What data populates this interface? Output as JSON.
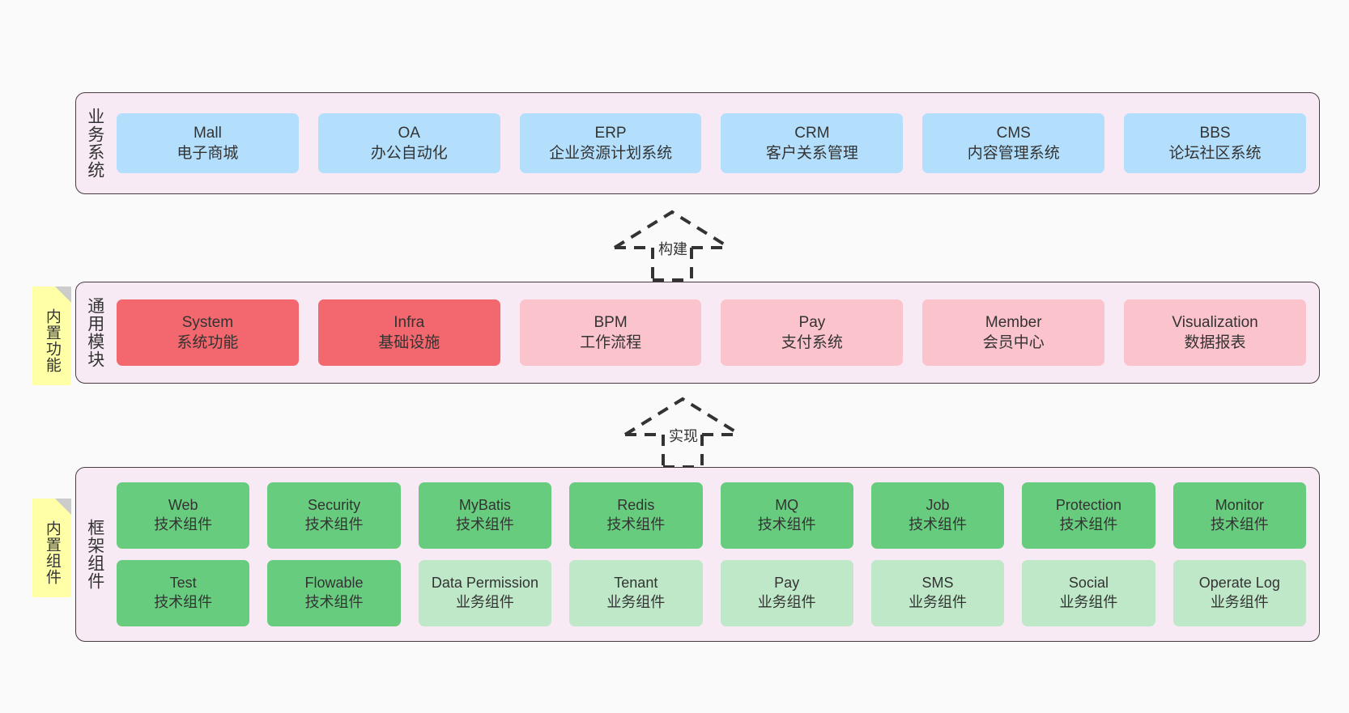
{
  "layers": [
    {
      "id": "business",
      "title": "业务系统",
      "rows": [
        [
          {
            "name": "Mall",
            "sub": "电子商城",
            "color": "c-blue"
          },
          {
            "name": "OA",
            "sub": "办公自动化",
            "color": "c-blue"
          },
          {
            "name": "ERP",
            "sub": "企业资源计划系统",
            "color": "c-blue"
          },
          {
            "name": "CRM",
            "sub": "客户关系管理",
            "color": "c-blue"
          },
          {
            "name": "CMS",
            "sub": "内容管理系统",
            "color": "c-blue"
          },
          {
            "name": "BBS",
            "sub": "论坛社区系统",
            "color": "c-blue"
          }
        ]
      ]
    },
    {
      "id": "modules",
      "title": "通用模块",
      "rows": [
        [
          {
            "name": "System",
            "sub": "系统功能",
            "color": "c-red"
          },
          {
            "name": "Infra",
            "sub": "基础设施",
            "color": "c-red"
          },
          {
            "name": "BPM",
            "sub": "工作流程",
            "color": "c-pink"
          },
          {
            "name": "Pay",
            "sub": "支付系统",
            "color": "c-pink"
          },
          {
            "name": "Member",
            "sub": "会员中心",
            "color": "c-pink"
          },
          {
            "name": "Visualization",
            "sub": "数据报表",
            "color": "c-pink"
          }
        ]
      ]
    },
    {
      "id": "framework",
      "title": "框架组件",
      "rows": [
        [
          {
            "name": "Web",
            "sub": "技术组件",
            "color": "c-green"
          },
          {
            "name": "Security",
            "sub": "技术组件",
            "color": "c-green"
          },
          {
            "name": "MyBatis",
            "sub": "技术组件",
            "color": "c-green"
          },
          {
            "name": "Redis",
            "sub": "技术组件",
            "color": "c-green"
          },
          {
            "name": "MQ",
            "sub": "技术组件",
            "color": "c-green"
          },
          {
            "name": "Job",
            "sub": "技术组件",
            "color": "c-green"
          },
          {
            "name": "Protection",
            "sub": "技术组件",
            "color": "c-green"
          },
          {
            "name": "Monitor",
            "sub": "技术组件",
            "color": "c-green"
          }
        ],
        [
          {
            "name": "Test",
            "sub": "技术组件",
            "color": "c-green"
          },
          {
            "name": "Flowable",
            "sub": "技术组件",
            "color": "c-green"
          },
          {
            "name": "Data Permission",
            "sub": "业务组件",
            "color": "c-lgreen"
          },
          {
            "name": "Tenant",
            "sub": "业务组件",
            "color": "c-lgreen"
          },
          {
            "name": "Pay",
            "sub": "业务组件",
            "color": "c-lgreen"
          },
          {
            "name": "SMS",
            "sub": "业务组件",
            "color": "c-lgreen"
          },
          {
            "name": "Social",
            "sub": "业务组件",
            "color": "c-lgreen"
          },
          {
            "name": "Operate Log",
            "sub": "业务组件",
            "color": "c-lgreen"
          }
        ]
      ]
    }
  ],
  "sticky_notes": [
    {
      "id": "builtin-function",
      "label": "内置功能"
    },
    {
      "id": "builtin-component",
      "label": "内置组件"
    }
  ],
  "arrows": [
    {
      "id": "build",
      "label": "构建"
    },
    {
      "id": "implement",
      "label": "实现"
    }
  ],
  "colors": {
    "background": "#fafafa",
    "layer_fill": "#f8eaf4",
    "layer_border": "#4a3b42",
    "blue": "#b3dffc",
    "red": "#f2686e",
    "pink": "#fbc3cb",
    "green": "#68cc7f",
    "light_green": "#bfe8c9",
    "sticky_yellow": "#ffffa8",
    "sticky_fold": "#cccccc",
    "arrow": "#333333"
  }
}
